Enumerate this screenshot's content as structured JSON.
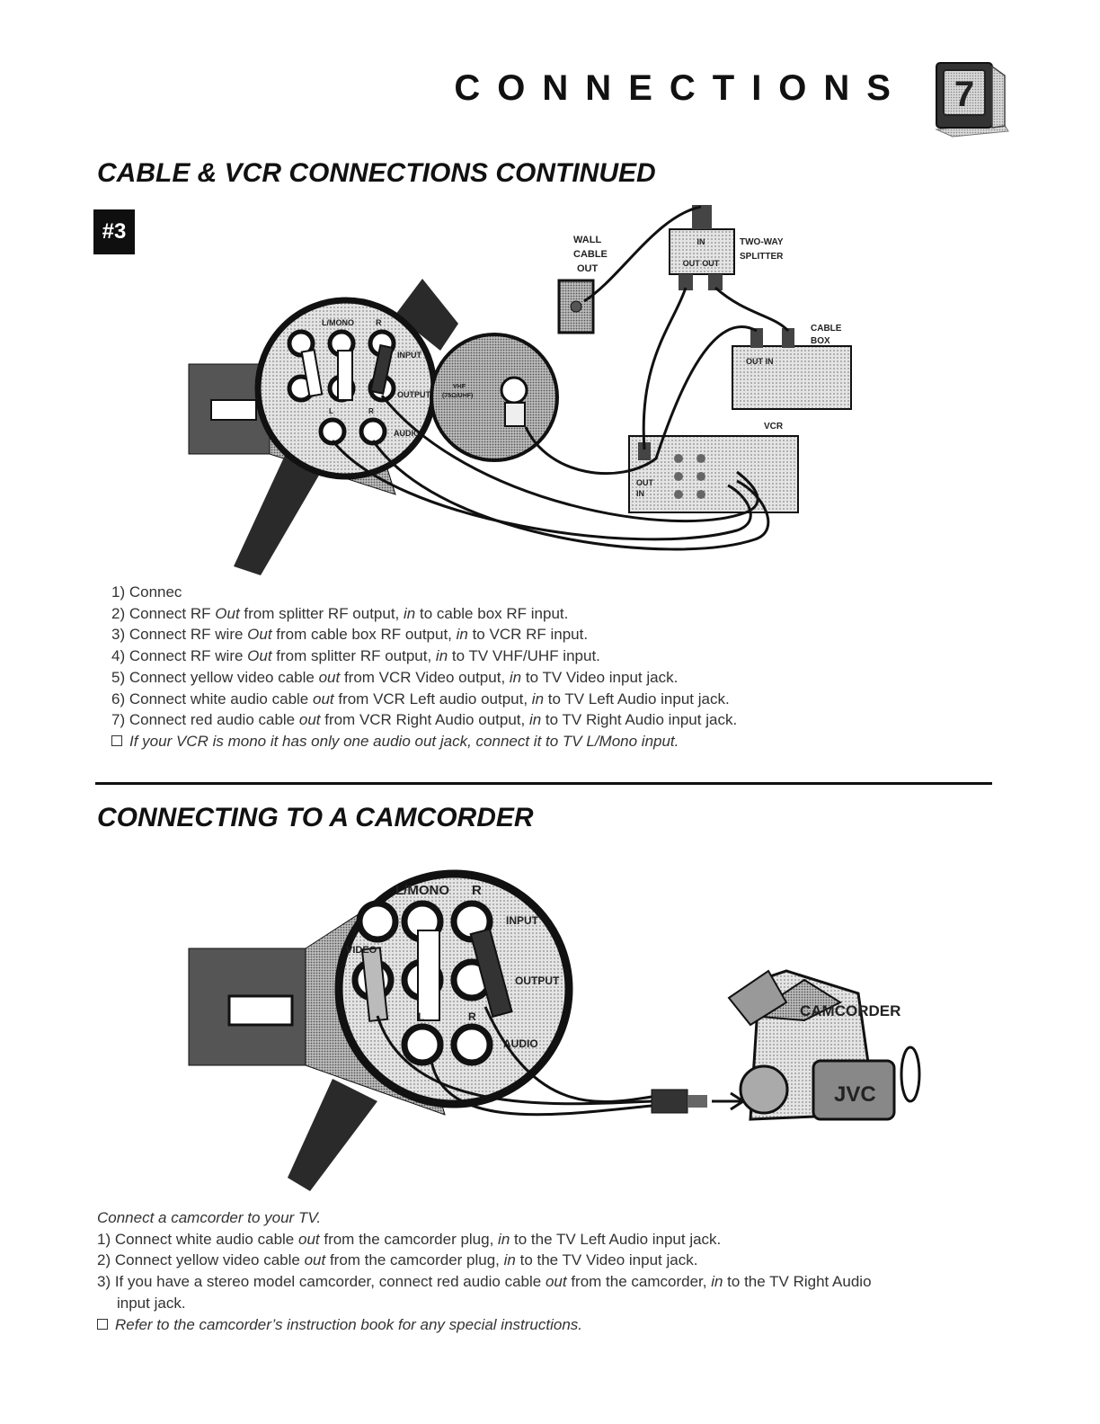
{
  "header": {
    "title": "CONNECTIONS",
    "page_number": "7"
  },
  "section1": {
    "title": "CABLE & VCR CONNECTIONS CONTINUED",
    "badge": "#3",
    "diagram": {
      "wall_cable_out": [
        "WALL",
        "CABLE",
        "OUT"
      ],
      "splitter": [
        "TWO-WAY",
        "SPLITTER"
      ],
      "splitter_in": "IN",
      "splitter_out": "OUT OUT",
      "cable_box": [
        "CABLE",
        "BOX"
      ],
      "cable_box_ports": "OUT  IN",
      "vcr": "VCR",
      "vcr_ports": [
        "OUT",
        "IN"
      ],
      "tv_jack_labels": [
        "L/MONO",
        "R",
        "INPUT",
        "OUTPUT",
        "AUDIO",
        "L",
        "R"
      ],
      "tv_antenna": [
        "VHF",
        "(75Ω/UHF)"
      ]
    },
    "steps": [
      {
        "prefix": "1) Connec",
        "mid": "",
        "suffix": ""
      },
      {
        "prefix": "2) Connect RF ",
        "em1": "Out",
        "mid": " from splitter RF output, ",
        "em2": "in",
        "suffix": " to cable box RF input."
      },
      {
        "prefix": "3) Connect RF wire ",
        "em1": "Out",
        "mid": " from cable box RF output, ",
        "em2": "in",
        "suffix": " to VCR RF input."
      },
      {
        "prefix": "4) Connect RF wire ",
        "em1": "Out",
        "mid": " from splitter RF output, ",
        "em2": "in",
        "suffix": " to TV VHF/UHF input."
      },
      {
        "prefix": "5) Connect yellow video cable ",
        "em1": "out",
        "mid": " from VCR Video output, ",
        "em2": "in",
        "suffix": " to TV Video input jack."
      },
      {
        "prefix": "6) Connect white audio cable ",
        "em1": "out",
        "mid": " from VCR Left audio output, ",
        "em2": "in",
        "suffix": " to TV Left Audio input jack."
      },
      {
        "prefix": "7) Connect red audio cable ",
        "em1": "out",
        "mid": " from VCR Right Audio output, ",
        "em2": "in",
        "suffix": " to TV Right Audio input jack."
      }
    ],
    "note": "If your VCR is mono it has only one audio out jack, connect it to TV L/Mono input."
  },
  "section2": {
    "title": "CONNECTING TO A CAMCORDER",
    "diagram": {
      "jack_labels": [
        "L/MONO",
        "R",
        "INPUT",
        "OUTPUT",
        "L",
        "R",
        "AUDIO",
        "VIDEO"
      ],
      "camcorder_label": "CAMCORDER",
      "brand": "JVC"
    },
    "intro": "Connect a camcorder to your TV.",
    "steps": [
      {
        "prefix": "1) Connect white audio cable ",
        "em1": "out",
        "mid": " from the camcorder plug, ",
        "em2": "in",
        "suffix": " to the TV Left Audio input jack."
      },
      {
        "prefix": "2) Connect yellow video cable ",
        "em1": "out",
        "mid": " from the camcorder plug, ",
        "em2": "in",
        "suffix": " to the TV Video input jack."
      },
      {
        "prefix": "3) If you have a stereo model camcorder, connect red audio cable ",
        "em1": "out",
        "mid": "  from the camcorder, ",
        "em2": "in",
        "suffix": " to the TV Right Audio"
      }
    ],
    "step3_cont": "input jack.",
    "note": "Refer to the camcorder’s instruction book for any special instructions."
  }
}
